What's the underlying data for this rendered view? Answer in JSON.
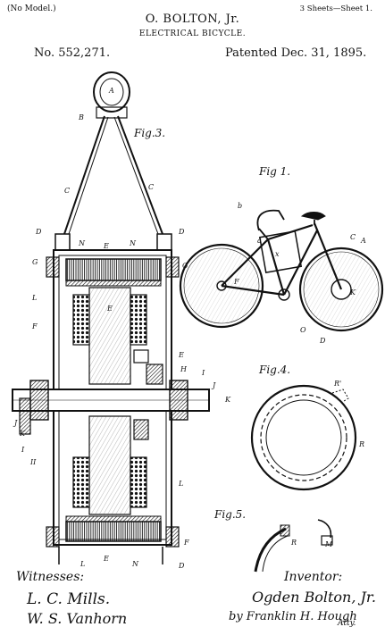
{
  "header": {
    "model_note": "(No Model.)",
    "sheet_note": "3 Sheets—Sheet 1.",
    "inventor": "O. BOLTON, Jr.",
    "title": "ELECTRICAL BICYCLE.",
    "patent_number": "No. 552,271.",
    "patent_date": "Patented Dec. 31, 1895."
  },
  "figures": {
    "fig3": "Fig.3.",
    "fig1": "Fig 1.",
    "fig4": "Fig.4.",
    "fig5": "Fig.5."
  },
  "labels": {
    "a": "A",
    "b": "B",
    "c": "C",
    "c2": "C",
    "d": "D",
    "d2": "D",
    "n": "N",
    "n2": "N",
    "e": "E",
    "g": "G",
    "g2": "G",
    "l": "L",
    "f": "F",
    "e2": "E",
    "h": "H",
    "i": "I",
    "j": "J",
    "k": "K",
    "j2": "J",
    "k2": "K",
    "i2": "I",
    "ii": "II",
    "l2": "L",
    "f2": "F",
    "d3": "D",
    "l3": "L",
    "e3": "E",
    "n3": "N",
    "bike_b": "b",
    "bike_a": "a",
    "bike_x": "x",
    "bike_c": "C",
    "bike_a2": "A",
    "bike_f": "F",
    "bike_k": "K",
    "bike_o": "O",
    "bike_d": "D",
    "ring_r": "R",
    "ring_r2": "R'",
    "f5_r": "R",
    "f5_m": "M"
  },
  "signatures": {
    "witnesses_label": "Witnesses:",
    "witness1": "L. C. Mills.",
    "witness2": "W. S. Vanhorn",
    "inventor_label": "Inventor:",
    "inventor_signature": "Ogden Bolton, Jr.",
    "attorney": "by Franklin H. Hough",
    "attorney_suffix": "Atty."
  },
  "colors": {
    "ink": "#111111",
    "paper": "#ffffff"
  }
}
